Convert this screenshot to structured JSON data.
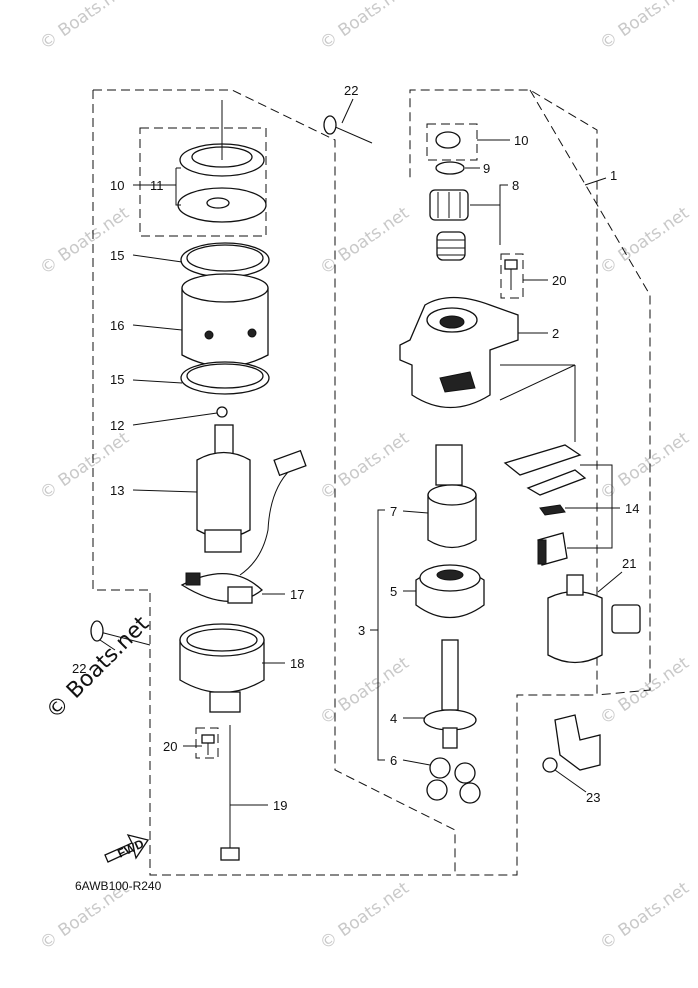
{
  "diagram_code": "6AWB100-R240",
  "fwd_label": "FWD",
  "watermark_text": "© Boats.net",
  "watermark_large": "© Boats.net",
  "callouts": {
    "c1": "1",
    "c2": "2",
    "c3": "3",
    "c4": "4",
    "c5": "5",
    "c6": "6",
    "c7": "7",
    "c8": "8",
    "c9": "9",
    "c10a": "10",
    "c10b": "10",
    "c11": "11",
    "c12": "12",
    "c13": "13",
    "c14": "14",
    "c15a": "15",
    "c15b": "15",
    "c16": "16",
    "c17": "17",
    "c18": "18",
    "c19": "19",
    "c20a": "20",
    "c20b": "20",
    "c21": "21",
    "c22a": "22",
    "c22b": "22",
    "c23": "23"
  }
}
